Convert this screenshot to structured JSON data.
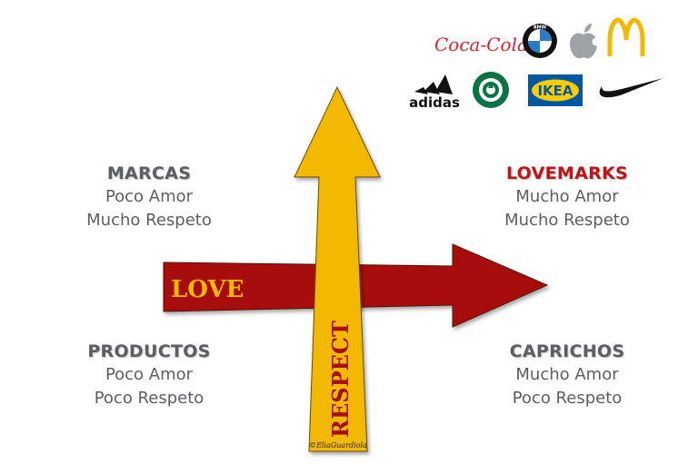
{
  "colors": {
    "love_arrow": "#a80f0a",
    "respect_arrow": "#f3b800",
    "arrow_text_love": "#f3b800",
    "arrow_text_respect": "#a80f0a",
    "label_gray": "#5b5e63",
    "lovemarks_red": "#c0141b"
  },
  "arrows": {
    "love_label": "LOVE",
    "respect_label": "RESPECT",
    "signature": "©EliaGuardiola"
  },
  "quadrants": {
    "marcas": {
      "title": "MARCAS",
      "line1": "Poco Amor",
      "line2": "Mucho Respeto"
    },
    "lovemarks": {
      "title": "LOVEMARKS",
      "line1": "Mucho Amor",
      "line2": "Mucho Respeto"
    },
    "productos": {
      "title": "PRODUCTOS",
      "line1": "Poco Amor",
      "line2": "Poco Respeto"
    },
    "caprichos": {
      "title": "CAPRICHOS",
      "line1": "Mucho Amor",
      "line2": "Poco Respeto"
    }
  },
  "logos": {
    "cocacola": "Coca-Cola",
    "bmw": "BMW",
    "apple": "apple-logo",
    "mcdonalds": "mcdonalds-logo",
    "adidas": "adidas",
    "starbucks": "starbucks-logo",
    "ikea": "IKEA",
    "nike": "nike-swoosh"
  }
}
